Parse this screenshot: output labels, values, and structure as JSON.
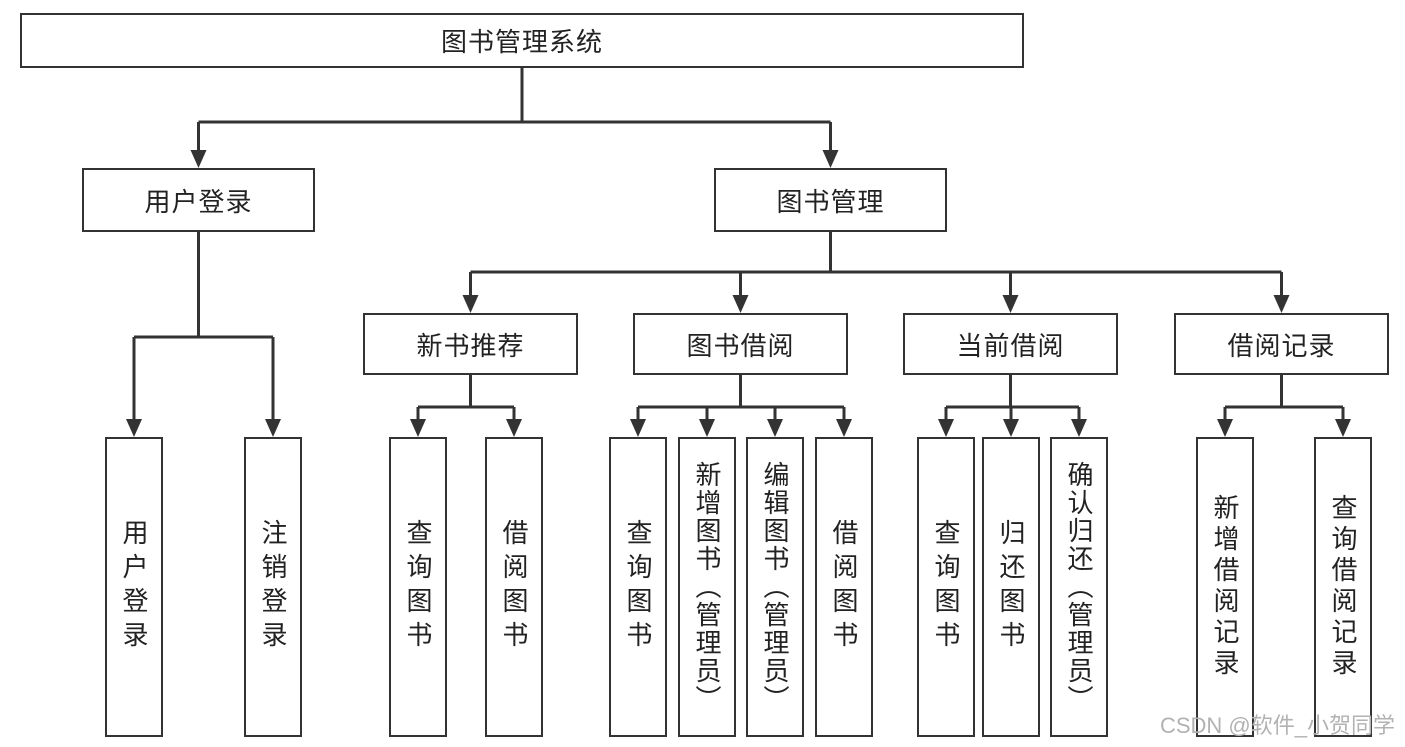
{
  "tree": {
    "label": "图书管理系统",
    "children": [
      {
        "label": "用户登录",
        "children": [
          {
            "label": "用户登录"
          },
          {
            "label": "注销登录"
          }
        ]
      },
      {
        "label": "图书管理",
        "children": [
          {
            "label": "新书推荐",
            "children": [
              {
                "label": "查询图书"
              },
              {
                "label": "借阅图书"
              }
            ]
          },
          {
            "label": "图书借阅",
            "children": [
              {
                "label": "查询图书"
              },
              {
                "label": "新增图书（管理员）"
              },
              {
                "label": "编辑图书（管理员）"
              },
              {
                "label": "借阅图书"
              }
            ]
          },
          {
            "label": "当前借阅",
            "children": [
              {
                "label": "查询图书"
              },
              {
                "label": "归还图书"
              },
              {
                "label": "确认归还（管理员）"
              }
            ]
          },
          {
            "label": "借阅记录",
            "children": [
              {
                "label": "新增借阅记录"
              },
              {
                "label": "查询借阅记录"
              }
            ]
          }
        ]
      }
    ]
  },
  "watermark": {
    "text": "CSDN @软件_小贺同学"
  },
  "colors": {
    "line": "#333333",
    "text": "#222222",
    "watermark": "#b2b2b2",
    "background": "#ffffff"
  }
}
